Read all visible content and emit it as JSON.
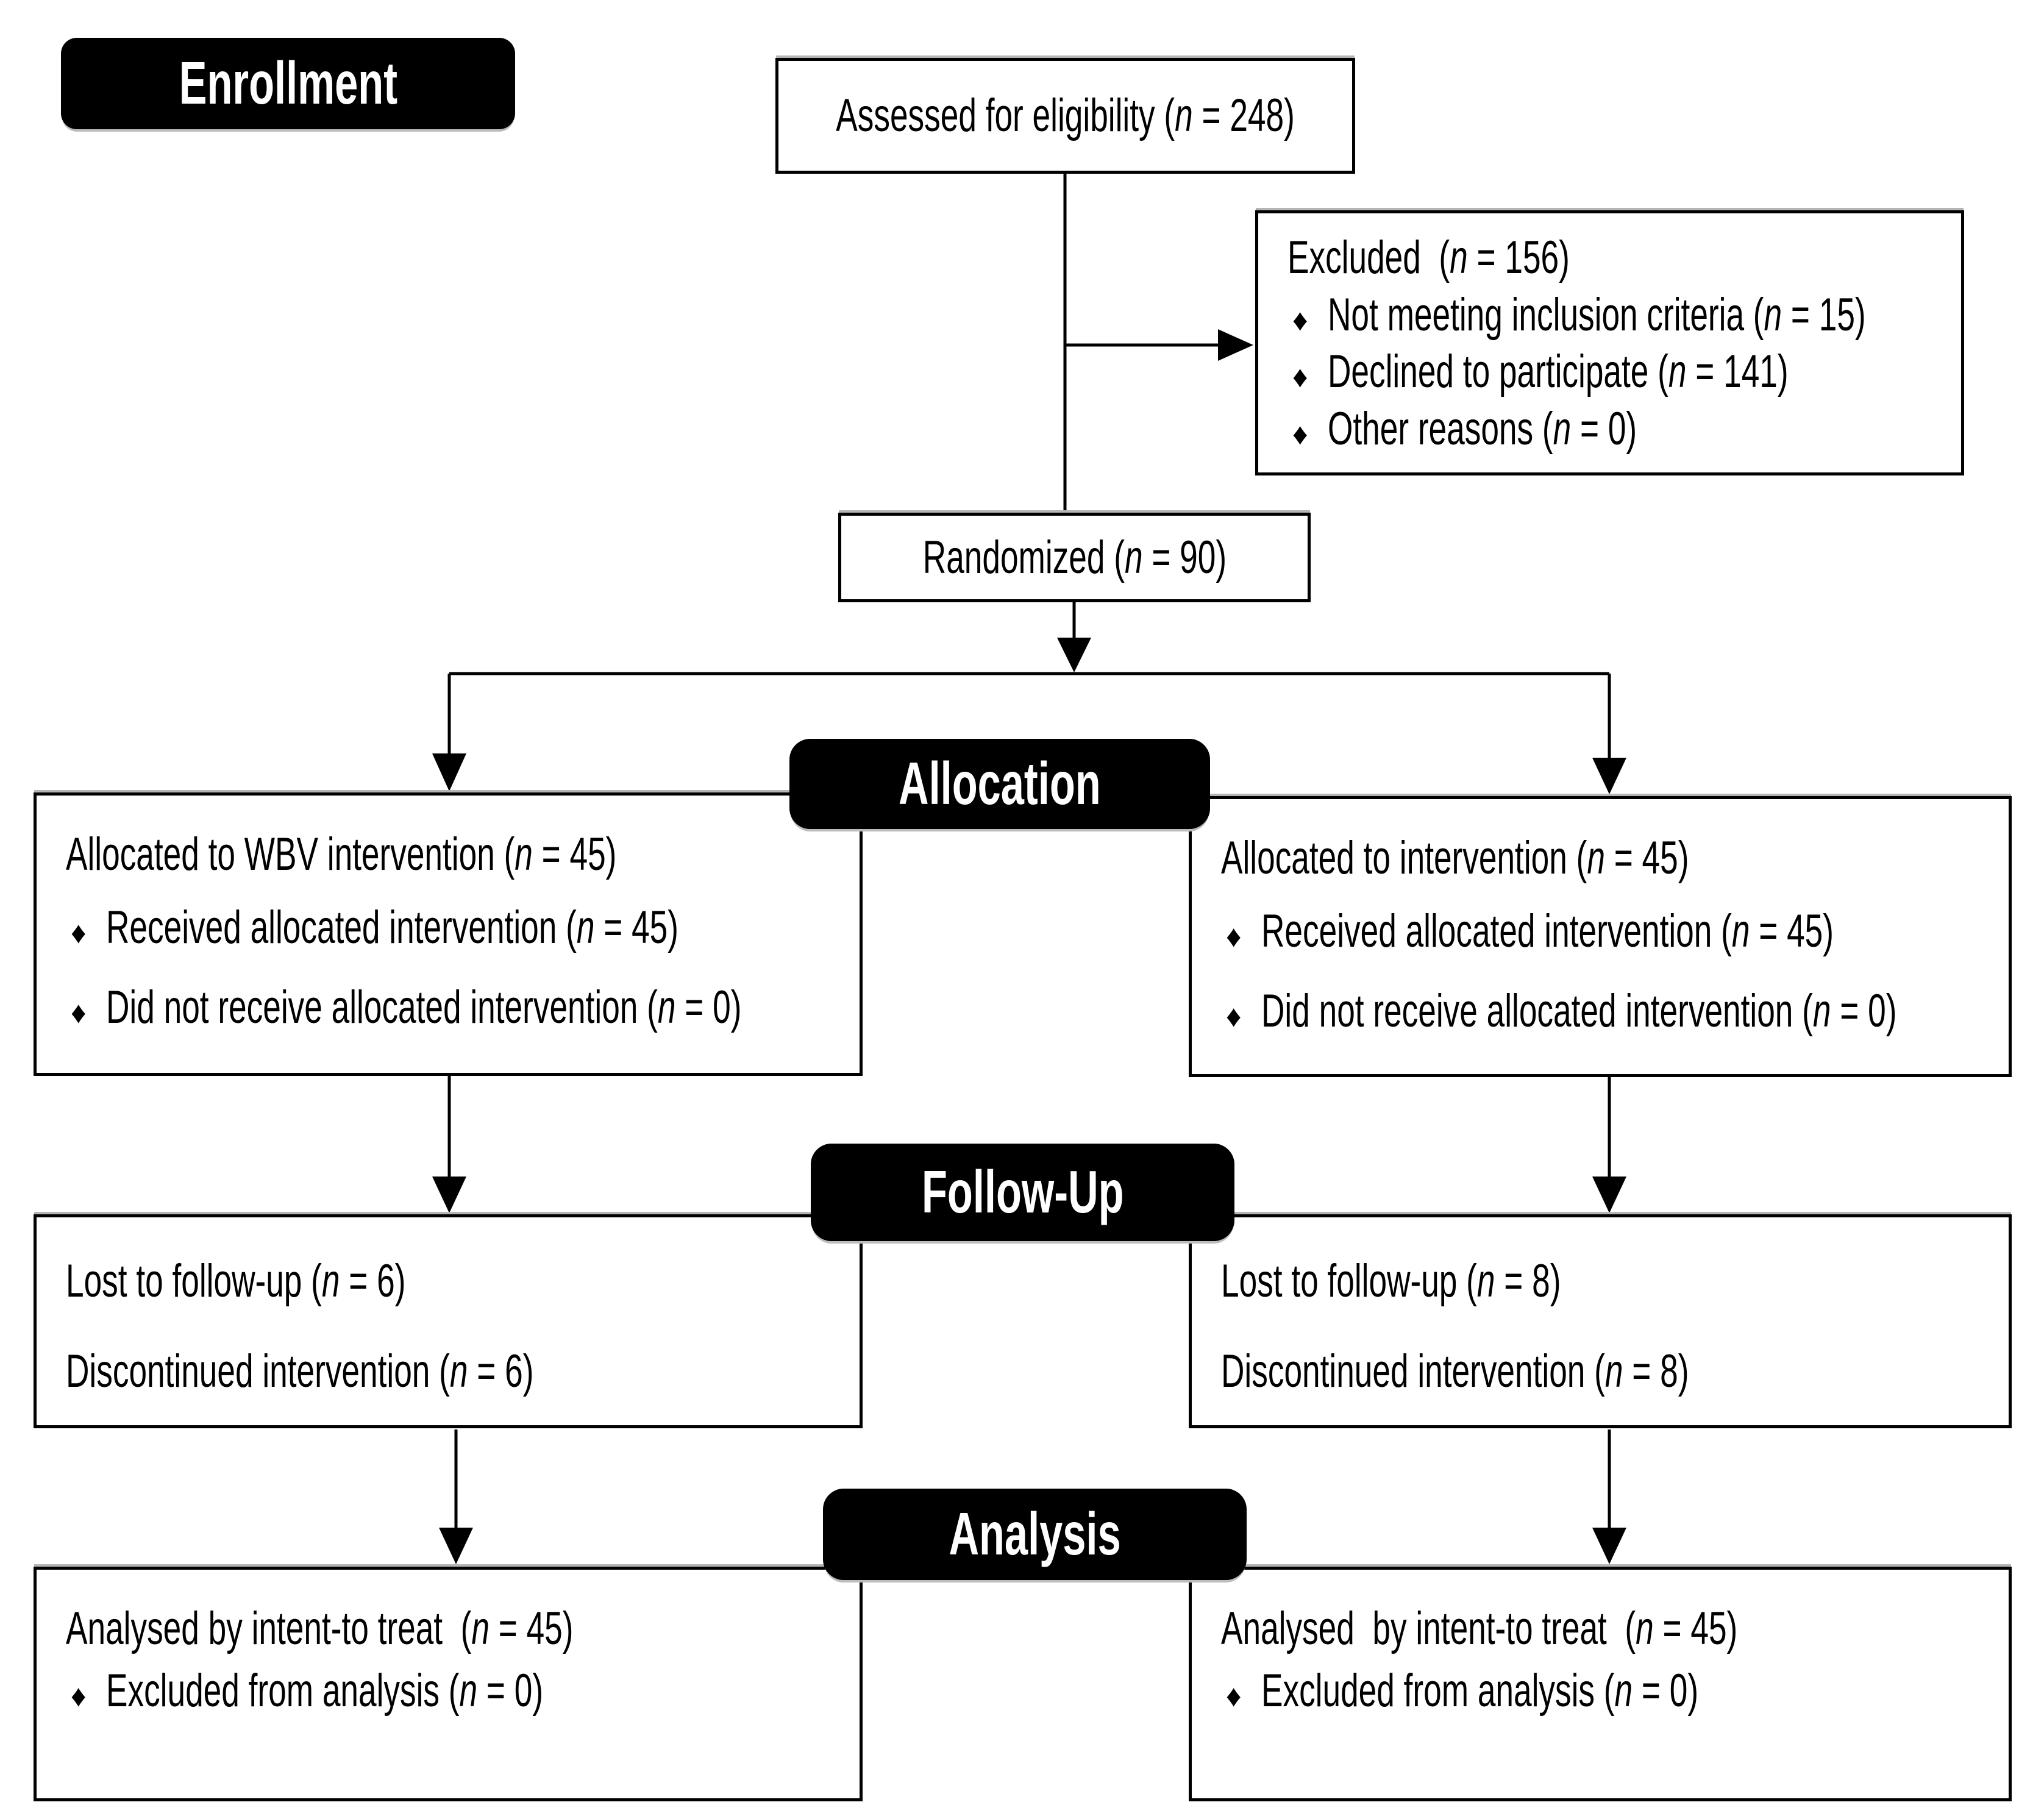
{
  "figure": {
    "kind": "CONSORT participant flow diagram",
    "background_color": "#ffffff",
    "line_color": "#000000",
    "banner_bg_color": "#000000",
    "banner_text_color": "#ffffff"
  },
  "bullet_glyph": "♦",
  "stages": {
    "enrollment": {
      "label": "Enrollment"
    },
    "allocation": {
      "label": "Allocation"
    },
    "followup": {
      "label": "Follow-Up"
    },
    "analysis": {
      "label": "Analysis"
    }
  },
  "boxes": {
    "assessed": {
      "text": "Assessed for eligibility (n = 248)"
    },
    "excluded": {
      "title": "Excluded  (n = 156)",
      "bullets": [
        "Not meeting inclusion criteria (n = 15)",
        "Declined to participate (n = 141)",
        "Other reasons (n = 0)"
      ]
    },
    "randomized": {
      "text": "Randomized (n = 90)"
    },
    "allocation_left": {
      "title": "Allocated to WBV intervention (n = 45)",
      "bullets": [
        "Received allocated intervention (n = 45)",
        "Did not receive allocated intervention (n = 0)"
      ]
    },
    "allocation_right": {
      "title": "Allocated to intervention (n = 45)",
      "bullets": [
        "Received allocated intervention (n = 45)",
        "Did not receive allocated intervention (n = 0)"
      ]
    },
    "followup_left": {
      "lines": [
        "Lost to follow-up (n = 6)",
        "Discontinued intervention (n = 6)"
      ]
    },
    "followup_right": {
      "lines": [
        "Lost to follow-up (n = 8)",
        "Discontinued intervention (n = 8)"
      ]
    },
    "analysis_left": {
      "title": "Analysed by intent-to treat  (n = 45)",
      "bullets": [
        "Excluded from analysis (n = 0)"
      ]
    },
    "analysis_right": {
      "title": "Analysed  by intent-to treat  (n = 45)",
      "bullets": [
        "Excluded from analysis (n = 0)"
      ]
    }
  }
}
